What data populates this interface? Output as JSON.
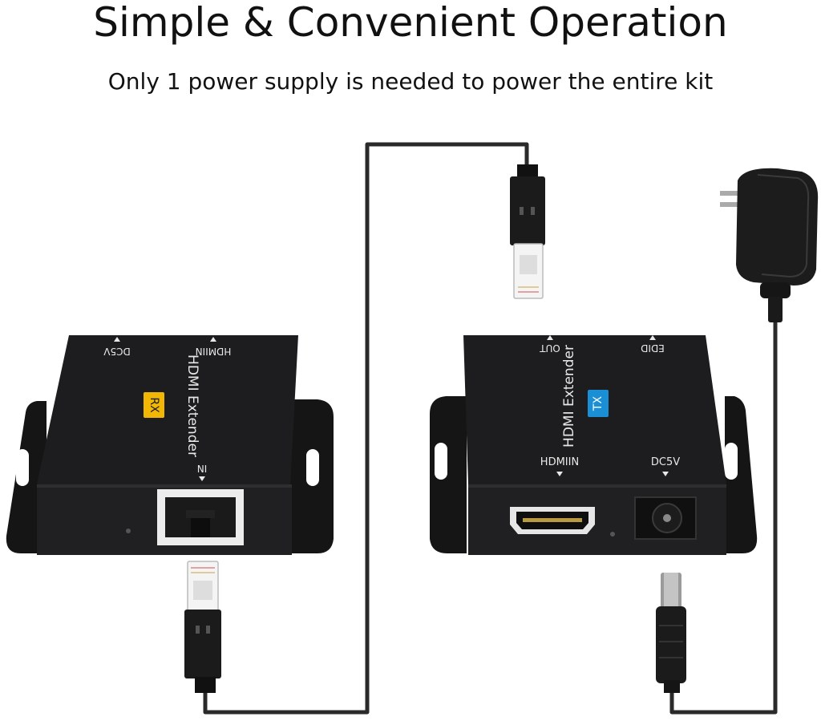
{
  "header": {
    "title": "Simple & Convenient Operation",
    "subtitle": "Only 1 power supply is needed to power the entire kit"
  },
  "receiver": {
    "badge": "RX",
    "product_label": "HDMI Extender",
    "port_hdmi": "HDMIIN",
    "port_dc": "DC5V",
    "port_in": "IN"
  },
  "transmitter": {
    "badge": "TX",
    "product_label": "HDMI Extender",
    "port_out": "OUT",
    "port_edid": "EDID",
    "port_hdmi": "HDMIIN",
    "port_dc": "DC5V"
  },
  "colors": {
    "rx_badge": "#f2b705",
    "tx_badge": "#1b8fd6",
    "device_body": "#1d1d1f",
    "cable": "#2a2a2a"
  }
}
